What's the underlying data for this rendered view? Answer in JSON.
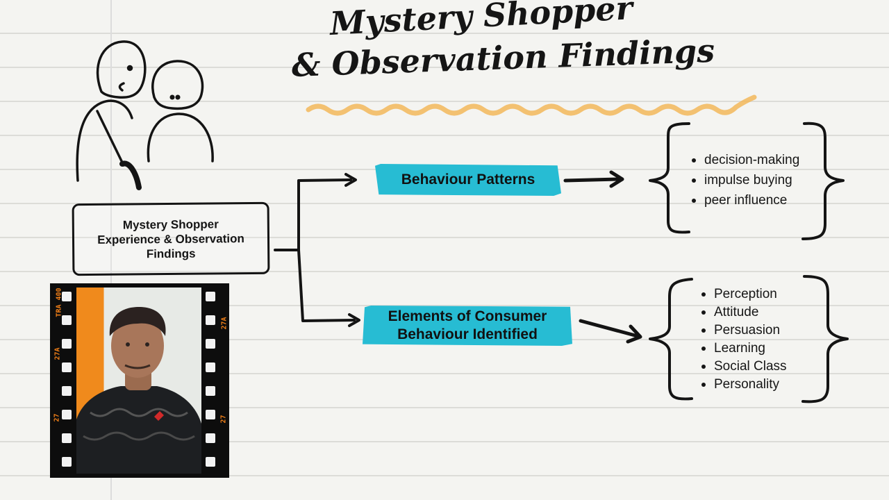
{
  "title": {
    "line1": "Mystery Shopper",
    "line2": "& Observation Findings"
  },
  "root": {
    "label": "Mystery Shopper\nExperience & Observation\nFindings"
  },
  "branches": [
    {
      "label": "Behaviour Patterns",
      "items": [
        "decision-making",
        "impulse buying",
        "peer influence"
      ]
    },
    {
      "label": "Elements of Consumer\nBehaviour Identified",
      "items": [
        "Perception",
        "Attitude",
        "Persuasion",
        "Learning",
        "Social Class",
        "Personality"
      ]
    }
  ],
  "film": {
    "edge_left_top": "TRA 400",
    "edge_left_mid": "27A",
    "edge_left_bottom": "27",
    "edge_right_top": "27A",
    "edge_right_bottom": "27"
  },
  "colors": {
    "accent_pill": "#27bcd3",
    "underline": "#f2b75b",
    "film_edge_text": "#f07f18",
    "paper": "#f4f4f1"
  },
  "icons": {
    "illustration": "two-people-doodle-icon",
    "photo": "presenter-photo"
  }
}
